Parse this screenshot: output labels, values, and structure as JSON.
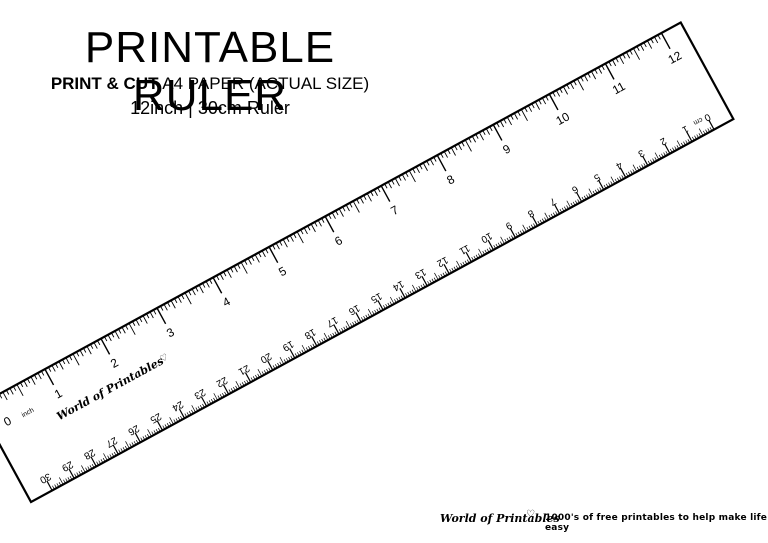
{
  "header": {
    "title": "PRINTABLE RULER",
    "subtitle_bold": "PRINT & CUT",
    "subtitle_rest": "A4 PAPER (ACTUAL SIZE)",
    "subline": "12inch | 30cm Ruler"
  },
  "ruler": {
    "inch_unit": "inch",
    "cm_unit": "cm",
    "inch_labels": [
      "0",
      "1",
      "2",
      "3",
      "4",
      "5",
      "6",
      "7",
      "8",
      "9",
      "10",
      "11",
      "12"
    ],
    "cm_labels": [
      "0",
      "1",
      "2",
      "3",
      "4",
      "5",
      "6",
      "7",
      "8",
      "9",
      "10",
      "11",
      "12",
      "13",
      "14",
      "15",
      "16",
      "17",
      "18",
      "19",
      "20",
      "21",
      "22",
      "23",
      "24",
      "25",
      "26",
      "27",
      "28",
      "29",
      "30"
    ],
    "brand_text": "World of Printables",
    "heart_icon": "heart-icon"
  },
  "footer": {
    "brand": "World of Printables",
    "heart_icon": "heart-icon",
    "tagline": "1000's of free printables to help make life easy"
  }
}
